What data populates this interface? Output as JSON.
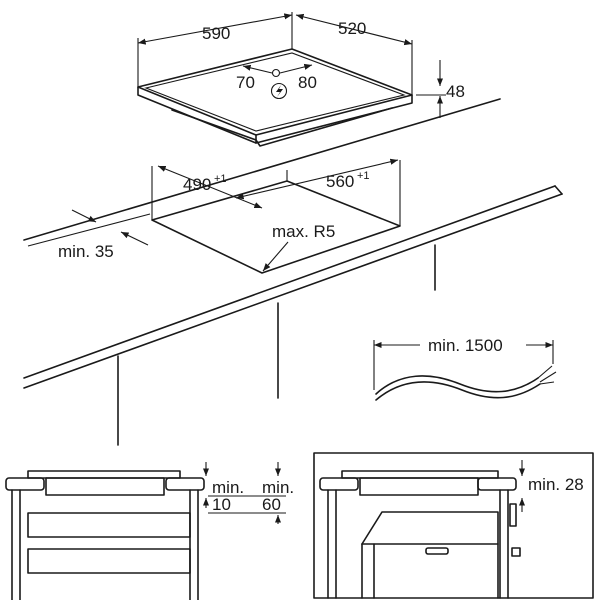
{
  "hob_top": {
    "width_label": "590",
    "depth_label": "520",
    "height_label": "48",
    "cable_left_label": "70",
    "cable_right_label": "80"
  },
  "cutout": {
    "depth_label": "490",
    "depth_tol": "+1",
    "width_label": "560",
    "width_tol": "+1",
    "radius_label": "max. R5",
    "edge_label": "min. 35"
  },
  "cable": {
    "length_label": "min. 1500"
  },
  "section_drawers": {
    "gap1_line1": "min.",
    "gap1_line2": "10",
    "gap2_line1": "min.",
    "gap2_line2": "60"
  },
  "section_oven": {
    "gap_label": "min. 28"
  },
  "icons": {
    "cable_entry": "lightning-bolt-in-circle-icon"
  }
}
